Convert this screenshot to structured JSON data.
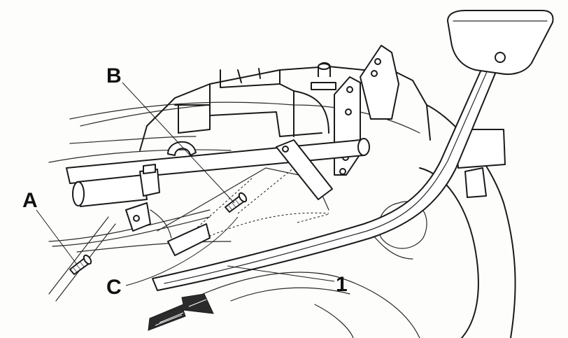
{
  "callouts": {
    "a": "A",
    "b": "B",
    "c": "C",
    "part_1": "1"
  },
  "colors": {
    "ink": "#1a1a1a",
    "paper": "#fdfdfb",
    "arrow": "#2b2b2b"
  }
}
